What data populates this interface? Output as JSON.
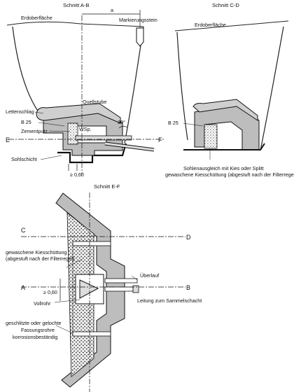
{
  "titles": {
    "section_ab": "Schnitt A-B",
    "section_cd": "Schnitt C-D",
    "section_ef": "Schnitt E-F"
  },
  "labels": {
    "ground_left": "Erdoberfläche",
    "ground_right": "Erdoberfläche",
    "dim_a": "a",
    "marker_stone": "Markierungsstein",
    "spring_chamber": "Quellstube",
    "clay_seal": "Lettenschlag",
    "concrete_left": "B 25",
    "concrete_right": "B 25",
    "cement_plaster": "Zementputz",
    "angle": "30°",
    "water_level": "WSp.",
    "point_e": "E",
    "point_f": "F",
    "base_layer": "Sohlschicht",
    "min_depth": "≥ 0,60",
    "gravel_note_line1": "Sohlenausgleich mit Kies oder Splitt",
    "gravel_note_line2": "gewaschene Kiesschüttung (abgestuft nach der Filterregel)",
    "point_c": "C",
    "point_d": "D",
    "washed_gravel_line1": "gewaschene Kiesschüttung",
    "washed_gravel_line2": "(abgestuft nach der Filterregel)",
    "point_a": "A",
    "point_b": "B",
    "min_depth_plan": "≥ 0,60",
    "overflow": "Überlauf",
    "pipe_to_shaft": "Leitung zum Sammelschacht",
    "solid_pipe": "Vollrohr",
    "slotted_line1": "geschlitzte oder gelochte",
    "slotted_line2": "Fassungsrohre",
    "slotted_line3": "korrosionsbeständig"
  }
}
